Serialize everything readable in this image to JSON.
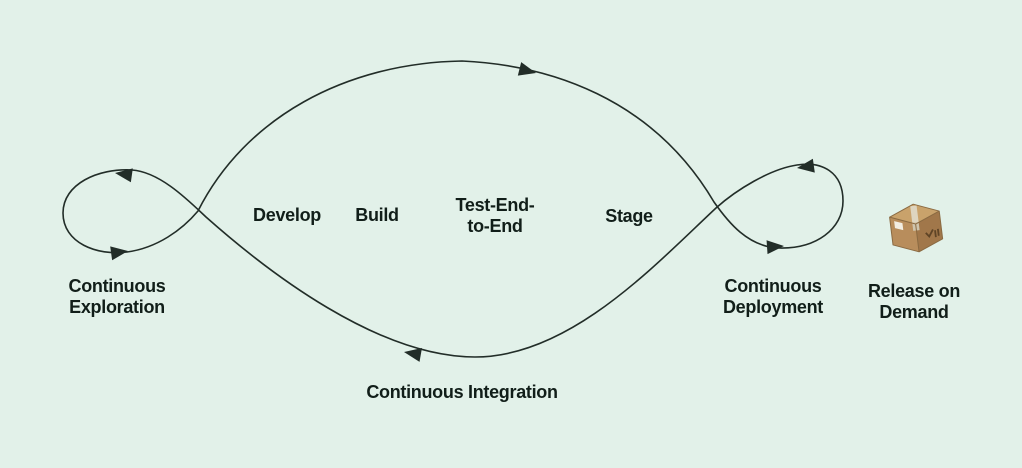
{
  "colors": {
    "background": "#e2f1e9",
    "line": "#222d28",
    "text": "#111e19",
    "box_top": "#c9a26b",
    "box_front": "#b88d5c",
    "box_side": "#a1774a",
    "box_tape": "#ded5c0",
    "box_tape_front": "#cfc5ae",
    "box_label": "#f2ede2",
    "box_outline": "#8a6a42",
    "box_mark": "#5f4426"
  },
  "labels": {
    "continuous_exploration": "Continuous\nExploration",
    "develop": "Develop",
    "build": "Build",
    "test_end_to_end": "Test-End-\nto-End",
    "stage": "Stage",
    "continuous_deployment": "Continuous\nDeployment",
    "continuous_integration": "Continuous Integration",
    "release_on_demand": "Release on\nDemand"
  },
  "stages": [
    "Develop",
    "Build",
    "Test-End-to-End",
    "Stage"
  ],
  "icons": {
    "package_box": "package-box-icon"
  }
}
